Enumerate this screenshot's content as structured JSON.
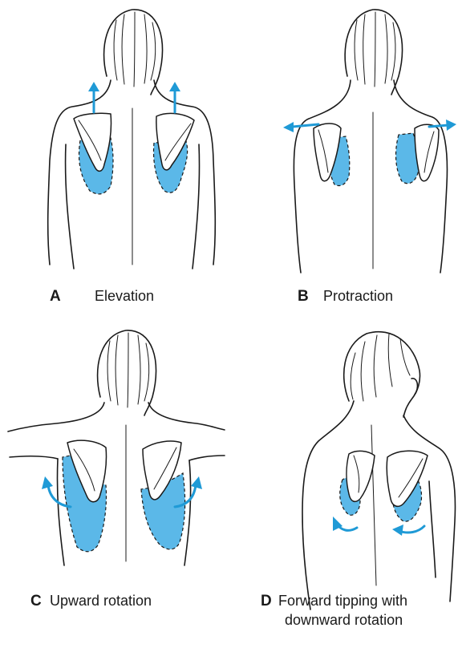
{
  "colors": {
    "highlight": "#5bb8e8",
    "arrow": "#1f9ad6",
    "line": "#1a1a1a"
  },
  "panels": [
    {
      "letter": "A",
      "label": "Elevation",
      "label_line2": ""
    },
    {
      "letter": "B",
      "label": "Protraction",
      "label_line2": ""
    },
    {
      "letter": "C",
      "label": "Upward rotation",
      "label_line2": ""
    },
    {
      "letter": "D",
      "label": "Forward tipping with",
      "label_line2": "downward rotation"
    }
  ]
}
